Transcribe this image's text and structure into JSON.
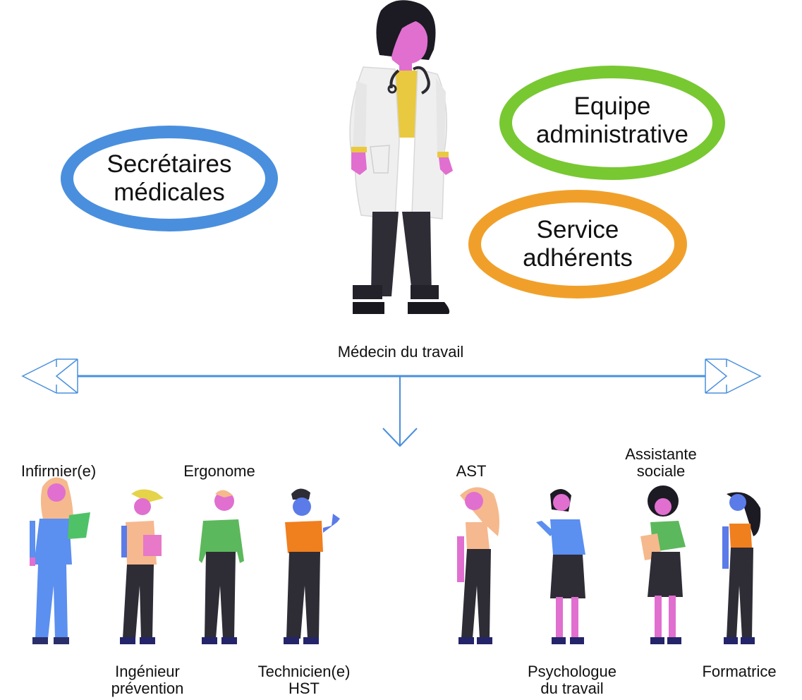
{
  "ellipses": {
    "secretaires": {
      "line1": "Secrétaires",
      "line2": "médicales",
      "color": "#4a8fde"
    },
    "equipe": {
      "line1": "Equipe",
      "line2": "administrative",
      "color": "#78c832"
    },
    "service": {
      "line1": "Service",
      "line2": "adhérents",
      "color": "#f0a02a"
    }
  },
  "center_label": "Médecin du travail",
  "arrow_color": "#4a8fde",
  "roles": {
    "infirmier": {
      "label": "Infirmier(e)"
    },
    "ingenieur": {
      "line1": "Ingénieur",
      "line2": "prévention"
    },
    "ergonome": {
      "label": "Ergonome"
    },
    "technicien": {
      "line1": "Technicien(e)",
      "line2": "HST"
    },
    "ast": {
      "label": "AST"
    },
    "psychologue": {
      "line1": "Psychologue",
      "line2": "du travail"
    },
    "assistante": {
      "line1": "Assistante",
      "line2": "sociale"
    },
    "formatrice": {
      "label": "Formatrice"
    }
  },
  "palette": {
    "skin_pink": "#e06fd0",
    "skin_blue": "#5b7be8",
    "dark_pants": "#2e2c35",
    "coat": "#f0f0f0",
    "shirt_yellow": "#e9c940"
  }
}
